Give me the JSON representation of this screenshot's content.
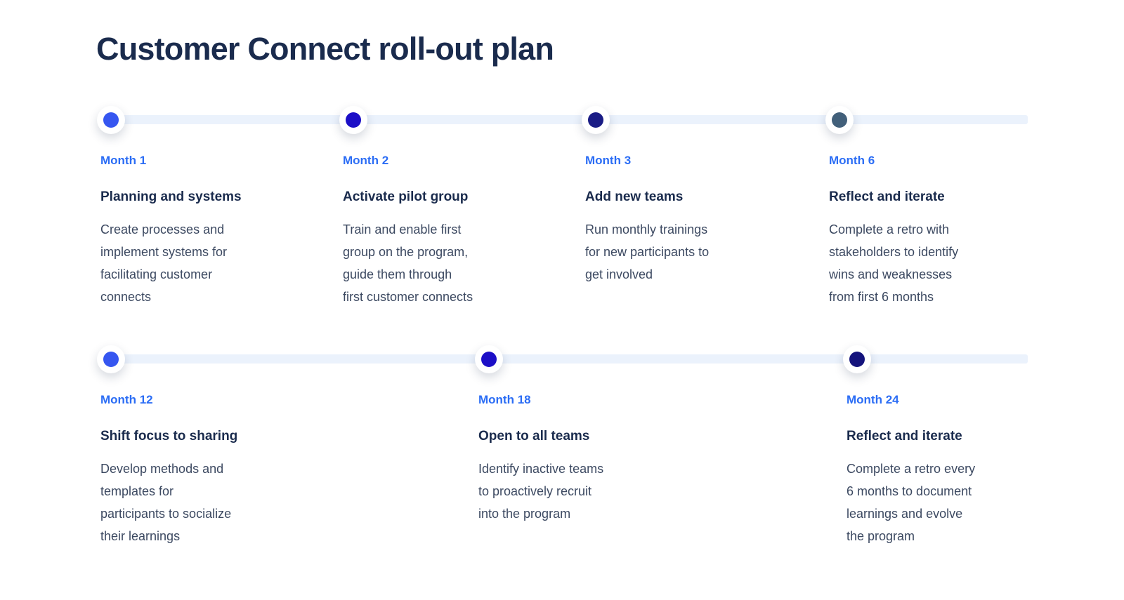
{
  "title": "Customer Connect roll-out plan",
  "colors": {
    "title_text": "#1a2b4d",
    "month_label": "#2b6df5",
    "heading_text": "#1a2b4d",
    "body_text": "#3c4961",
    "track": "#ebf2fc",
    "dot_bright_blue": "#3656f0",
    "dot_indigo": "#1c0fc7",
    "dot_navy": "#1a1c85",
    "dot_slate": "#42607a",
    "dot_dark_navy": "#14137c"
  },
  "rows": [
    {
      "milestones": [
        {
          "month": "Month 1",
          "heading": "Planning and systems",
          "description": "Create processes and\nimplement systems for\nfacilitating customer\nconnects",
          "dot_color": "#3656f0"
        },
        {
          "month": "Month 2",
          "heading": "Activate pilot group",
          "description": "Train and enable first\ngroup on the program,\nguide them through\nfirst customer connects",
          "dot_color": "#1c0fc7"
        },
        {
          "month": "Month 3",
          "heading": "Add new teams",
          "description": "Run monthly trainings\nfor new participants to\nget involved",
          "dot_color": "#1a1c85"
        },
        {
          "month": "Month 6",
          "heading": "Reflect and iterate",
          "description": "Complete a retro with\nstakeholders to identify\nwins and weaknesses\nfrom first 6 months",
          "dot_color": "#42607a"
        }
      ]
    },
    {
      "milestones": [
        {
          "month": "Month 12",
          "heading": "Shift focus to sharing",
          "description": "Develop methods and\ntemplates for\nparticipants to socialize\ntheir learnings",
          "dot_color": "#3656f0"
        },
        {
          "month": "Month 18",
          "heading": "Open to all teams",
          "description": "Identify inactive teams\nto proactively recruit\ninto the program",
          "dot_color": "#1c0fc7"
        },
        {
          "month": "Month 24",
          "heading": "Reflect and iterate",
          "description": "Complete a retro every\n6 months to document\nlearnings and evolve\nthe program",
          "dot_color": "#14137c"
        }
      ]
    }
  ]
}
